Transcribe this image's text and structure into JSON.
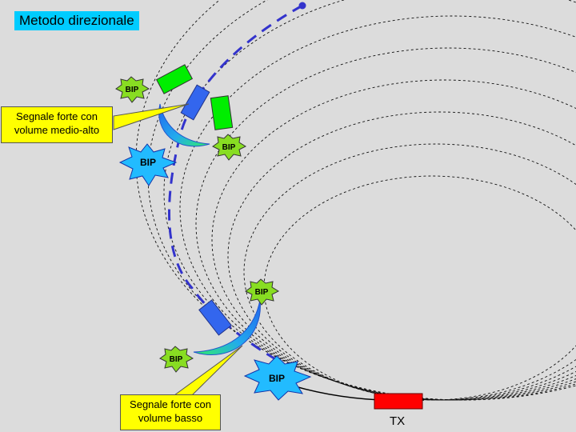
{
  "title": "Metodo direzionale",
  "callouts": {
    "upper": {
      "line1": "Segnale forte con",
      "line2": "volume medio-alto"
    },
    "lower": {
      "line1": "Segnale forte con",
      "line2": "volume basso"
    }
  },
  "bip_label": "BIP",
  "transmitter_label": "TX",
  "colors": {
    "background": "#dcdcdc",
    "title_bg": "#00ccff",
    "callout_bg": "#ffff00",
    "transmitter": "#ff0000",
    "path": "#3333cc",
    "antenna": "#3366ee",
    "side_marker": "#00ee00",
    "bip_small": "#88dd22",
    "bip_large": "#22bbff"
  }
}
